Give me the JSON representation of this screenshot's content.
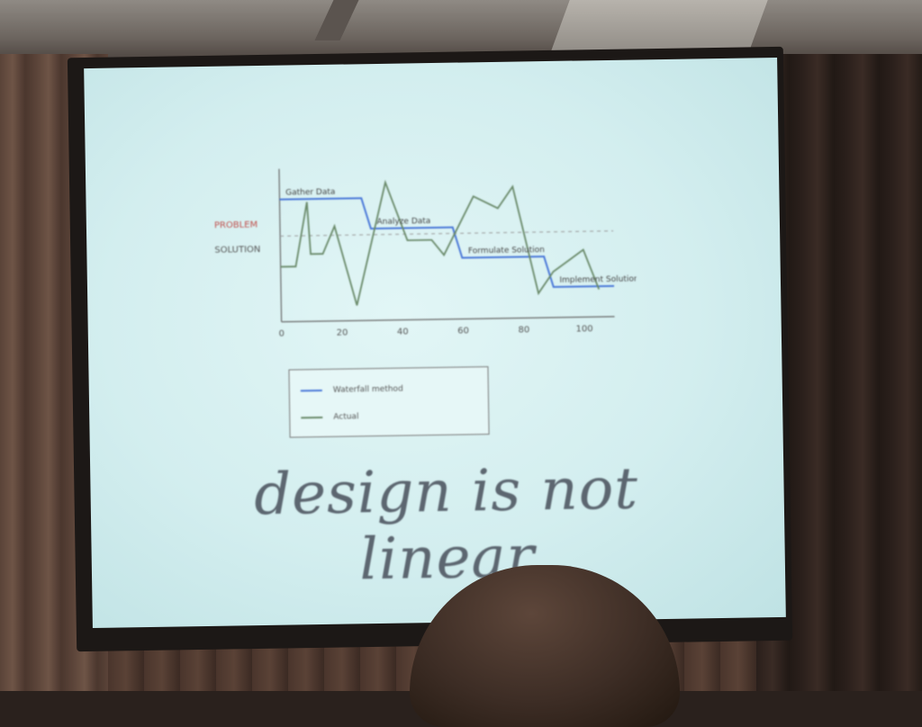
{
  "slide": {
    "tagline": "design is not linear",
    "legend": [
      {
        "label": "Waterfall method",
        "color": "#4a78d8"
      },
      {
        "label": "Actual",
        "color": "#6a8a6a"
      }
    ]
  },
  "chart_data": {
    "type": "line",
    "title": "",
    "xlabel": "",
    "ylabel": "",
    "xlim": [
      0,
      110
    ],
    "x_ticks": [
      "0",
      "20",
      "40",
      "60",
      "80",
      "100"
    ],
    "y_category_labels": [
      "PROBLEM",
      "SOLUTION"
    ],
    "annotations": [
      "Gather Data",
      "Analyze Data",
      "Formulate Solution",
      "Implement Solution"
    ],
    "series": [
      {
        "name": "Waterfall method",
        "color": "#4a78d8",
        "x": [
          0,
          27,
          30,
          57,
          60,
          87,
          90,
          110
        ],
        "y": [
          4,
          4,
          3,
          3,
          2,
          2,
          1,
          1
        ]
      },
      {
        "name": "Actual",
        "color": "#6a8a6a",
        "x": [
          0,
          5,
          9,
          10,
          14,
          18,
          25,
          35,
          42,
          50,
          54,
          64,
          72,
          77,
          85,
          90,
          100,
          105
        ],
        "y": [
          1.8,
          1.8,
          3.9,
          2.2,
          2.2,
          3.1,
          0.5,
          4.5,
          2.6,
          2.6,
          2.1,
          4.0,
          3.6,
          4.3,
          0.8,
          1.5,
          2.2,
          0.9
        ]
      }
    ]
  }
}
